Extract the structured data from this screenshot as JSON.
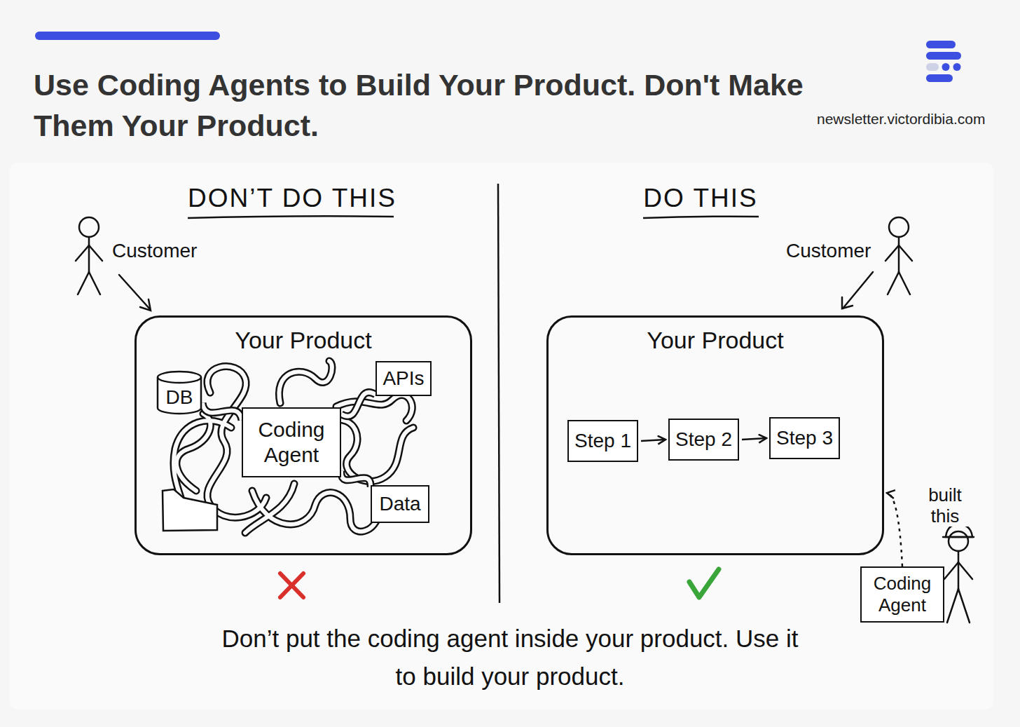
{
  "diagram": {
    "title": "Use Coding Agents to Build Your Product. Don't Make Them Your Product.",
    "caption": "Don’t put the coding agent inside your product. Use it to build your product.",
    "nodes": [
      {
        "text": [
          "Your Product"
        ]
      },
      {
        "text": [
          "DB"
        ],
        "in": 0
      },
      {
        "text": [
          "APIs"
        ],
        "in": 0
      },
      {
        "text": [
          "Coding Agent"
        ],
        "in": 0
      },
      {
        "text": [
          "Data"
        ],
        "in": 0
      },
      {
        "text": [
          "Your Product"
        ]
      },
      {
        "text": [
          "Step 1"
        ],
        "in": 5
      },
      {
        "text": [
          "Step 2"
        ],
        "in": 5
      },
      {
        "text": [
          "Step 3"
        ],
        "in": 5
      },
      {
        "text": [
          "Coding Agent"
        ]
      }
    ],
    "edges": [
      {
        "from": 3,
        "to": 1,
        "arrow": "none"
      },
      {
        "from": 3,
        "to": 2,
        "arrow": "none"
      },
      {
        "from": 3,
        "to": 4,
        "arrow": "none"
      },
      {
        "from": 6,
        "to": 7,
        "arrow": "to"
      },
      {
        "from": 7,
        "to": 8,
        "arrow": "to"
      },
      {
        "from": 9,
        "to": 5,
        "label": "built this",
        "arrow": "to"
      }
    ],
    "labels": [
      "newsletter.victordibia.com",
      "DON’T DO THIS",
      "DO THIS",
      "Customer",
      "Customer"
    ]
  }
}
